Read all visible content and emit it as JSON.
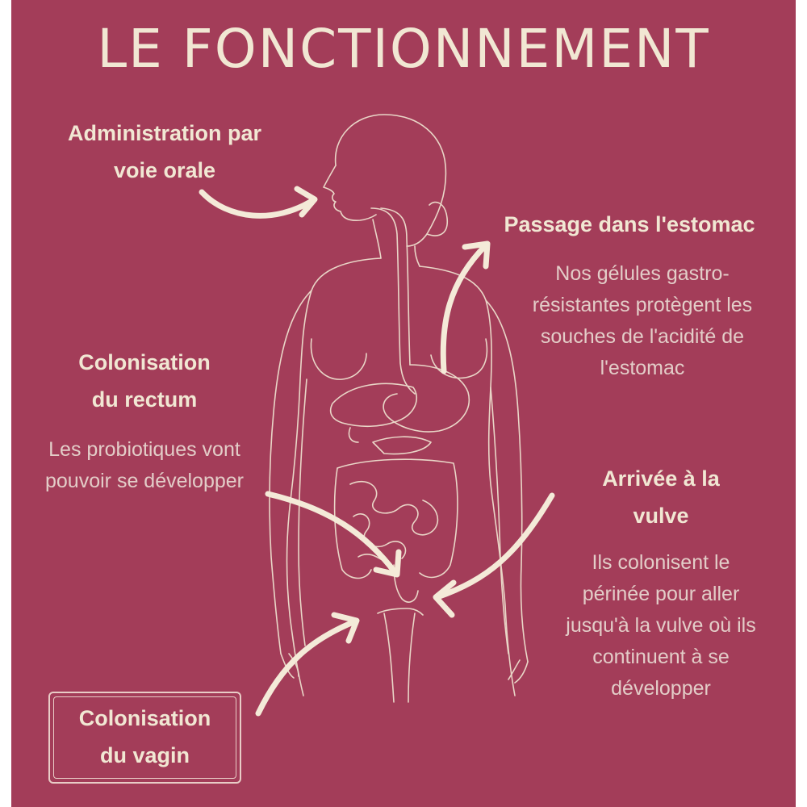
{
  "title": "LE FONCTIONNEMENT",
  "colors": {
    "background": "#a33d59",
    "heading_text": "#f1e7d3",
    "body_text": "#e3cdc8",
    "outline": "#f0e3d1"
  },
  "steps": {
    "oral": {
      "heading": [
        "Administration par",
        "voie orale"
      ]
    },
    "stomach": {
      "heading": [
        "Passage dans l'estomac"
      ],
      "text": [
        "Nos gélules gastro-",
        "résistantes protègent les",
        "souches de l'acidité de",
        "l'estomac"
      ]
    },
    "rectum": {
      "heading": [
        "Colonisation",
        "du rectum"
      ],
      "text": [
        "Les probiotiques vont",
        "pouvoir se développer"
      ]
    },
    "vulva": {
      "heading": [
        "Arrivée à la",
        "vulve"
      ],
      "text": [
        "Ils colonisent le",
        "périnée pour aller",
        "jusqu'à la vulve où ils",
        "continuent à se",
        "développer"
      ]
    },
    "vagina": {
      "heading": [
        "Colonisation",
        "du vagin"
      ]
    }
  },
  "icons": [
    "female-body-outline",
    "digestive-tract",
    "curved-arrow"
  ]
}
